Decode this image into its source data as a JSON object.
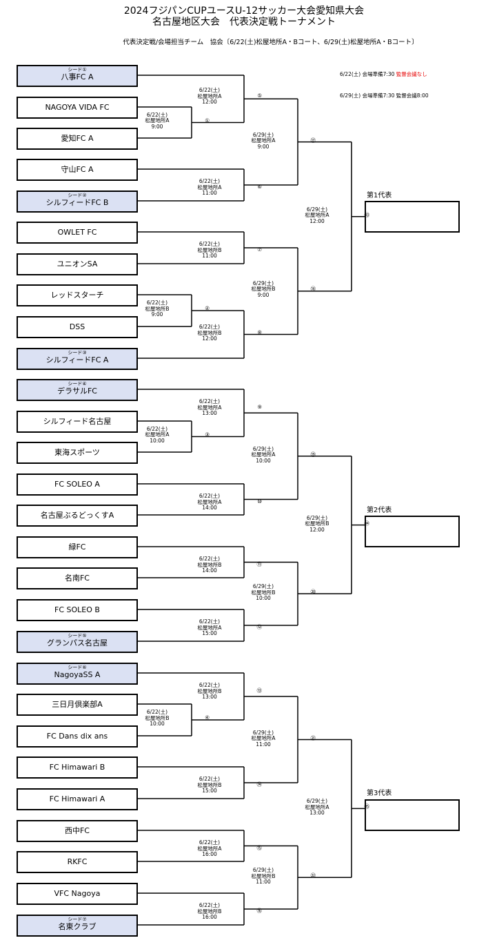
{
  "header": {
    "title_line1": "2024フジパンCUPユースU-12サッカー大会愛知県大会",
    "title_line2": "名古屋地区大会　代表決定戦トーナメント",
    "subtitle": "代表決定戦/会場担当チーム　協会〔6/22(土)松屋地所A・Bコート、6/29(土)松屋地所A・Bコート〕"
  },
  "notes": [
    {
      "text": "6/22(土)  会場準備7:30  ",
      "red": "監督会議なし"
    },
    {
      "text": "6/29(土)  会場準備7:30  監督会議8:00",
      "red": ""
    }
  ],
  "seed_label_prefix": "シード",
  "teams": [
    {
      "name": "八事FC A",
      "seed": "シード①"
    },
    {
      "name": "NAGOYA VIDA FC",
      "seed": ""
    },
    {
      "name": "愛知FC A",
      "seed": ""
    },
    {
      "name": "守山FC A",
      "seed": ""
    },
    {
      "name": "シルフィードFC B",
      "seed": "シード②"
    },
    {
      "name": "OWLET FC",
      "seed": ""
    },
    {
      "name": "ユニオンSA",
      "seed": ""
    },
    {
      "name": "レッドスターチ",
      "seed": ""
    },
    {
      "name": "DSS",
      "seed": ""
    },
    {
      "name": "シルフィードFC A",
      "seed": "シード③"
    },
    {
      "name": "デラサルFC",
      "seed": "シード④"
    },
    {
      "name": "シルフィード名古屋",
      "seed": ""
    },
    {
      "name": "東海スポーツ",
      "seed": ""
    },
    {
      "name": "FC SOLEO A",
      "seed": ""
    },
    {
      "name": "名古屋ぶるどっくすA",
      "seed": ""
    },
    {
      "name": "緑FC",
      "seed": ""
    },
    {
      "name": "名南FC",
      "seed": ""
    },
    {
      "name": "FC SOLEO B",
      "seed": ""
    },
    {
      "name": "グランパス名古屋",
      "seed": "シード⑤"
    },
    {
      "name": "NagoyaSS A",
      "seed": "シード⑥"
    },
    {
      "name": "三日月倶楽部A",
      "seed": ""
    },
    {
      "name": "FC Dans dix ans",
      "seed": ""
    },
    {
      "name": "FC Himawari B",
      "seed": ""
    },
    {
      "name": "FC Himawari A",
      "seed": ""
    },
    {
      "name": "西中FC",
      "seed": ""
    },
    {
      "name": "RKFC",
      "seed": ""
    },
    {
      "name": "VFC Nagoya",
      "seed": ""
    },
    {
      "name": "名東クラブ",
      "seed": "シード⑦"
    }
  ],
  "matches": [
    {
      "date": "6/22(土)",
      "venue": "松屋地所A",
      "time": "9:00",
      "num": "①"
    },
    {
      "date": "6/22(土)",
      "venue": "松屋地所B",
      "time": "9:00",
      "num": "②"
    },
    {
      "date": "6/22(土)",
      "venue": "松屋地所A",
      "time": "10:00",
      "num": "③"
    },
    {
      "date": "6/22(土)",
      "venue": "松屋地所B",
      "time": "10:00",
      "num": "④"
    },
    {
      "date": "6/22(土)",
      "venue": "松屋地所A",
      "time": "12:00",
      "num": "⑤"
    },
    {
      "date": "6/22(土)",
      "venue": "松屋地所A",
      "time": "11:00",
      "num": "⑥"
    },
    {
      "date": "6/22(土)",
      "venue": "松屋地所B",
      "time": "11:00",
      "num": "⑦"
    },
    {
      "date": "6/22(土)",
      "venue": "松屋地所B",
      "time": "12:00",
      "num": "⑧"
    },
    {
      "date": "6/22(土)",
      "venue": "松屋地所A",
      "time": "13:00",
      "num": "⑨"
    },
    {
      "date": "6/22(土)",
      "venue": "松屋地所A",
      "time": "14:00",
      "num": "⑩"
    },
    {
      "date": "6/22(土)",
      "venue": "松屋地所B",
      "time": "14:00",
      "num": "⑪"
    },
    {
      "date": "6/22(土)",
      "venue": "松屋地所A",
      "time": "15:00",
      "num": "⑫"
    },
    {
      "date": "6/22(土)",
      "venue": "松屋地所B",
      "time": "13:00",
      "num": "⑬"
    },
    {
      "date": "6/22(土)",
      "venue": "松屋地所B",
      "time": "15:00",
      "num": "⑭"
    },
    {
      "date": "6/22(土)",
      "venue": "松屋地所A",
      "time": "16:00",
      "num": "⑮"
    },
    {
      "date": "6/22(土)",
      "venue": "松屋地所B",
      "time": "16:00",
      "num": "⑯"
    },
    {
      "date": "6/29(土)",
      "venue": "松屋地所A",
      "time": "9:00",
      "num": "⑰"
    },
    {
      "date": "6/29(土)",
      "venue": "松屋地所B",
      "time": "9:00",
      "num": "⑱"
    },
    {
      "date": "6/29(土)",
      "venue": "松屋地所A",
      "time": "10:00",
      "num": "⑲"
    },
    {
      "date": "6/29(土)",
      "venue": "松屋地所B",
      "time": "10:00",
      "num": "⑳"
    },
    {
      "date": "6/29(土)",
      "venue": "松屋地所A",
      "time": "11:00",
      "num": "㉑"
    },
    {
      "date": "6/29(土)",
      "venue": "松屋地所B",
      "time": "11:00",
      "num": "㉒"
    },
    {
      "date": "6/29(土)",
      "venue": "松屋地所A",
      "time": "12:00",
      "num": "㉓"
    },
    {
      "date": "6/29(土)",
      "venue": "松屋地所B",
      "time": "12:00",
      "num": "㉔"
    },
    {
      "date": "6/29(土)",
      "venue": "松屋地所A",
      "time": "13:00",
      "num": "㉕"
    }
  ],
  "representatives": [
    "第1代表",
    "第2代表",
    "第3代表"
  ]
}
